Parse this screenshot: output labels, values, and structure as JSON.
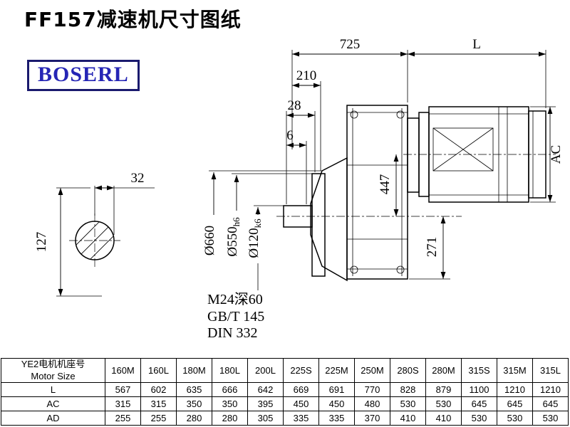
{
  "title": "FF157减速机尺寸图纸",
  "logo": {
    "text": "BOSERL"
  },
  "drawing": {
    "dims": {
      "top_width": "725",
      "motor_length": "L",
      "d210": "210",
      "d28": "28",
      "d6": "6",
      "motor_height": "AC",
      "axis_distance": "447",
      "d271": "271",
      "shaft_width": "32",
      "shaft_height": "127",
      "flange_od": "Ø660",
      "spigot": {
        "main": "Ø550",
        "tol": "h6"
      },
      "shaft_dia": {
        "main": "Ø120",
        "tol": "k6"
      },
      "thread": "M24深60",
      "standard1": "GB/T 145",
      "standard2": "DIN 332"
    }
  },
  "table": {
    "header": {
      "line1": "YE2电机机座号",
      "line2": "Motor Size"
    },
    "columns": [
      "160M",
      "160L",
      "180M",
      "180L",
      "200L",
      "225S",
      "225M",
      "250M",
      "280S",
      "280M",
      "315S",
      "315M",
      "315L"
    ],
    "rows": [
      {
        "label": "L",
        "values": [
          "567",
          "602",
          "635",
          "666",
          "642",
          "669",
          "691",
          "770",
          "828",
          "879",
          "1100",
          "1210",
          "1210"
        ]
      },
      {
        "label": "AC",
        "values": [
          "315",
          "315",
          "350",
          "350",
          "395",
          "450",
          "450",
          "480",
          "530",
          "530",
          "645",
          "645",
          "645"
        ]
      },
      {
        "label": "AD",
        "values": [
          "255",
          "255",
          "280",
          "280",
          "305",
          "335",
          "335",
          "370",
          "410",
          "410",
          "530",
          "530",
          "530"
        ]
      }
    ]
  }
}
